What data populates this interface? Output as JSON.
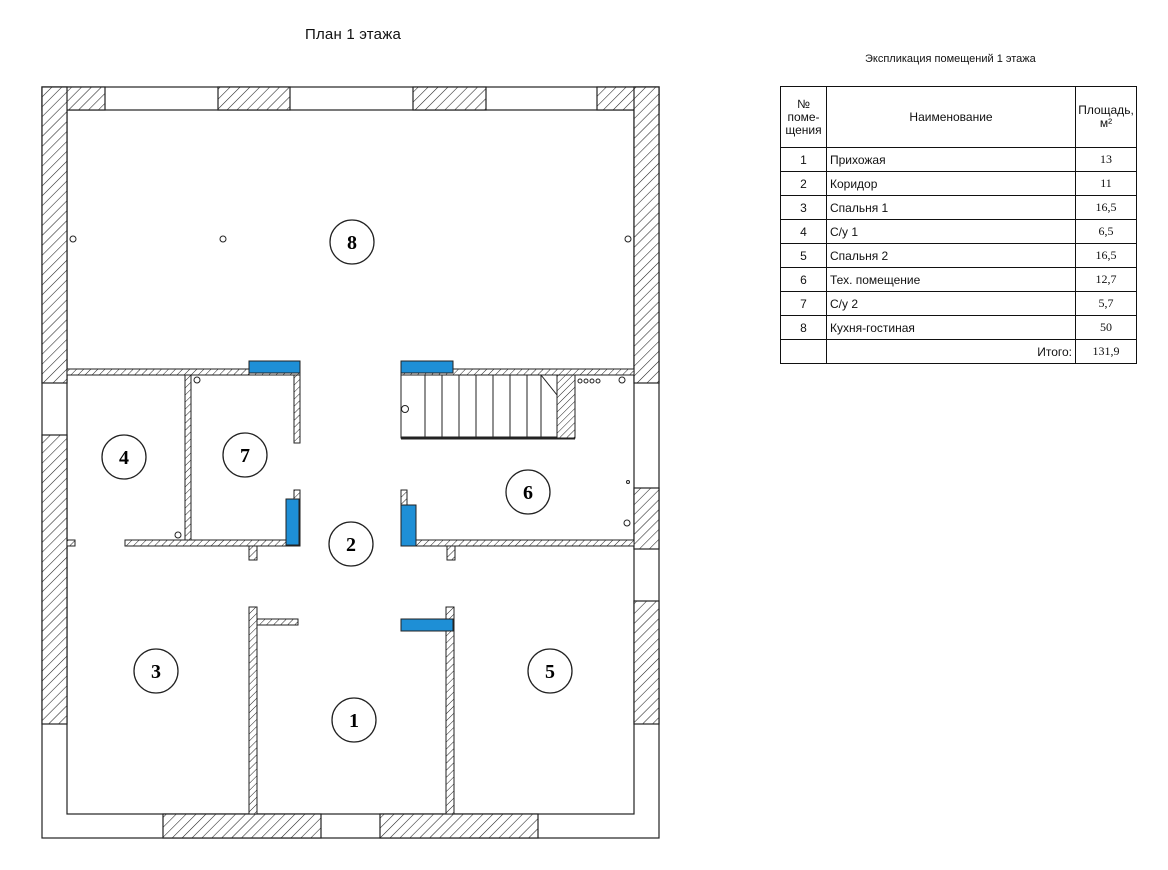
{
  "plan_title": "План 1 этажа",
  "table_title": "Экспликация помещений  1 этажа",
  "table": {
    "headers": {
      "number": [
        "№",
        "поме-",
        "щения"
      ],
      "name": "Наименование",
      "area": [
        "Площадь,",
        "м²"
      ]
    },
    "rows": [
      {
        "num": "1",
        "name": "Прихожая",
        "area": "13"
      },
      {
        "num": "2",
        "name": "Коридор",
        "area": "11"
      },
      {
        "num": "3",
        "name": "Спальня 1",
        "area": "16,5"
      },
      {
        "num": "4",
        "name": "С/у 1",
        "area": "6,5"
      },
      {
        "num": "5",
        "name": "Спальня 2",
        "area": "16,5"
      },
      {
        "num": "6",
        "name": "Тех. помещение",
        "area": "12,7"
      },
      {
        "num": "7",
        "name": "С/у 2",
        "area": "5,7"
      },
      {
        "num": "8",
        "name": "Кухня-гостиная",
        "area": "50"
      }
    ],
    "total_label": "Итого:",
    "total_value": "131,9"
  },
  "rooms": {
    "r1": "1",
    "r2": "2",
    "r3": "3",
    "r4": "4",
    "r5": "5",
    "r6": "6",
    "r7": "7",
    "r8": "8"
  },
  "colors": {
    "door": "#1e8fd6",
    "wall_line": "#222222"
  }
}
